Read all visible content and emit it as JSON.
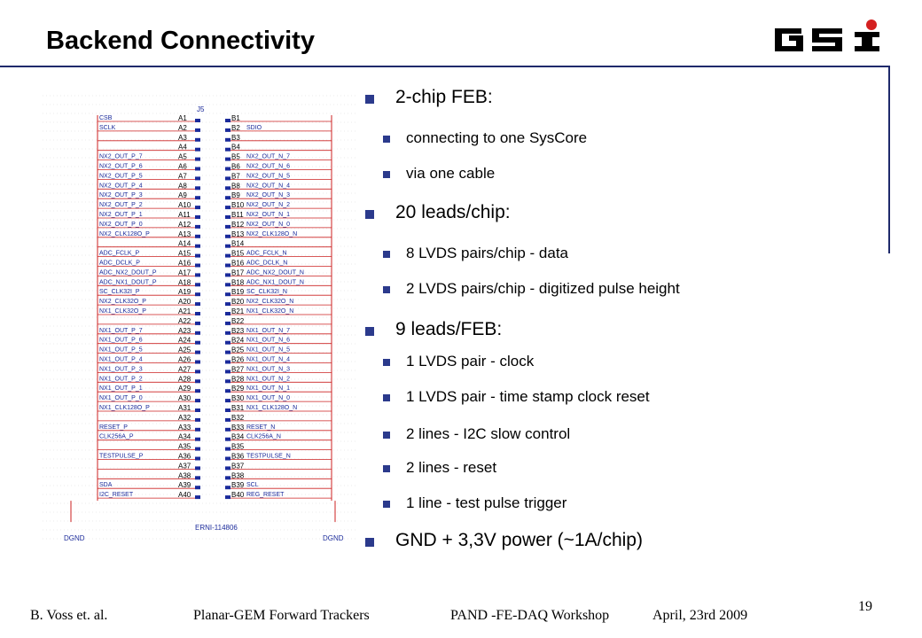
{
  "title": "Backend Connectivity",
  "logo_text": "GSI",
  "colors": {
    "bullet": "#2b3a8c",
    "rule": "#1f2a6b",
    "schematic_red": "#cc2222",
    "schematic_blue": "#1a2a9a"
  },
  "schematic": {
    "connector_ref": "J5",
    "part_name": "ERNI-114806",
    "ground_left": "DGND",
    "ground_right": "DGND",
    "pins_a": [
      "A1",
      "A2",
      "A3",
      "A4",
      "A5",
      "A6",
      "A7",
      "A8",
      "A9",
      "A10",
      "A11",
      "A12",
      "A13",
      "A14",
      "A15",
      "A16",
      "A17",
      "A18",
      "A19",
      "A20",
      "A21",
      "A22",
      "A23",
      "A24",
      "A25",
      "A26",
      "A27",
      "A28",
      "A29",
      "A30",
      "A31",
      "A32",
      "A33",
      "A34",
      "A35",
      "A36",
      "A37",
      "A38",
      "A39",
      "A40"
    ],
    "pins_b": [
      "B1",
      "B2",
      "B3",
      "B4",
      "B5",
      "B6",
      "B7",
      "B8",
      "B9",
      "B10",
      "B11",
      "B12",
      "B13",
      "B14",
      "B15",
      "B16",
      "B17",
      "B18",
      "B19",
      "B20",
      "B21",
      "B22",
      "B23",
      "B24",
      "B25",
      "B26",
      "B27",
      "B28",
      "B29",
      "B30",
      "B31",
      "B32",
      "B33",
      "B34",
      "B35",
      "B36",
      "B37",
      "B38",
      "B39",
      "B40"
    ],
    "left_signals": [
      "CSB",
      "SCLK",
      "",
      "",
      "NX2_OUT_P_7",
      "NX2_OUT_P_6",
      "NX2_OUT_P_5",
      "NX2_OUT_P_4",
      "NX2_OUT_P_3",
      "NX2_OUT_P_2",
      "NX2_OUT_P_1",
      "NX2_OUT_P_0",
      "NX2_CLK128O_P",
      "",
      "ADC_FCLK_P",
      "ADC_DCLK_P",
      "ADC_NX2_DOUT_P",
      "ADC_NX1_DOUT_P",
      "SC_CLK32I_P",
      "NX2_CLK32O_P",
      "NX1_CLK32O_P",
      "",
      "NX1_OUT_P_7",
      "NX1_OUT_P_6",
      "NX1_OUT_P_5",
      "NX1_OUT_P_4",
      "NX1_OUT_P_3",
      "NX1_OUT_P_2",
      "NX1_OUT_P_1",
      "NX1_OUT_P_0",
      "NX1_CLK128O_P",
      "",
      "RESET_P",
      "CLK256A_P",
      "",
      "TESTPULSE_P",
      "",
      "",
      "SDA",
      "I2C_RESET"
    ],
    "right_signals": [
      "",
      "SDIO",
      "",
      "",
      "NX2_OUT_N_7",
      "NX2_OUT_N_6",
      "NX2_OUT_N_5",
      "NX2_OUT_N_4",
      "NX2_OUT_N_3",
      "NX2_OUT_N_2",
      "NX2_OUT_N_1",
      "NX2_OUT_N_0",
      "NX2_CLK128O_N",
      "",
      "ADC_FCLK_N",
      "ADC_DCLK_N",
      "ADC_NX2_DOUT_N",
      "ADC_NX1_DOUT_N",
      "SC_CLK32I_N",
      "NX2_CLK32O_N",
      "NX1_CLK32O_N",
      "",
      "NX1_OUT_N_7",
      "NX1_OUT_N_6",
      "NX1_OUT_N_5",
      "NX1_OUT_N_4",
      "NX1_OUT_N_3",
      "NX1_OUT_N_2",
      "NX1_OUT_N_1",
      "NX1_OUT_N_0",
      "NX1_CLK128O_N",
      "",
      "RESET_N",
      "CLK256A_N",
      "",
      "TESTPULSE_N",
      "",
      "",
      "SCL",
      "REG_RESET"
    ]
  },
  "bullets": [
    {
      "level": 1,
      "text": "2-chip FEB:"
    },
    {
      "level": 2,
      "text": "connecting to one SysCore"
    },
    {
      "level": 2,
      "text": "via one cable"
    },
    {
      "level": 1,
      "text": "20 leads/chip:"
    },
    {
      "level": 2,
      "text": "8 LVDS pairs/chip - data"
    },
    {
      "level": 2,
      "text": "2 LVDS pairs/chip - digitized pulse height"
    },
    {
      "level": 1,
      "text": "9 leads/FEB:"
    },
    {
      "level": 2,
      "text": "1 LVDS pair - clock"
    },
    {
      "level": 2,
      "text": "1 LVDS pair - time stamp clock reset"
    },
    {
      "level": 2,
      "text": "2 lines - I2C slow control"
    },
    {
      "level": 2,
      "text": "2 lines - reset"
    },
    {
      "level": 2,
      "text": "1 line - test pulse trigger"
    },
    {
      "level": 1,
      "text": "GND + 3,3V power (~1A/chip)"
    }
  ],
  "footer": {
    "author": "B. Voss et. al.",
    "talk": "Planar-GEM Forward Trackers",
    "event": "PAND -FE-DAQ Workshop",
    "date": "April, 23rd 2009",
    "page": "19"
  }
}
